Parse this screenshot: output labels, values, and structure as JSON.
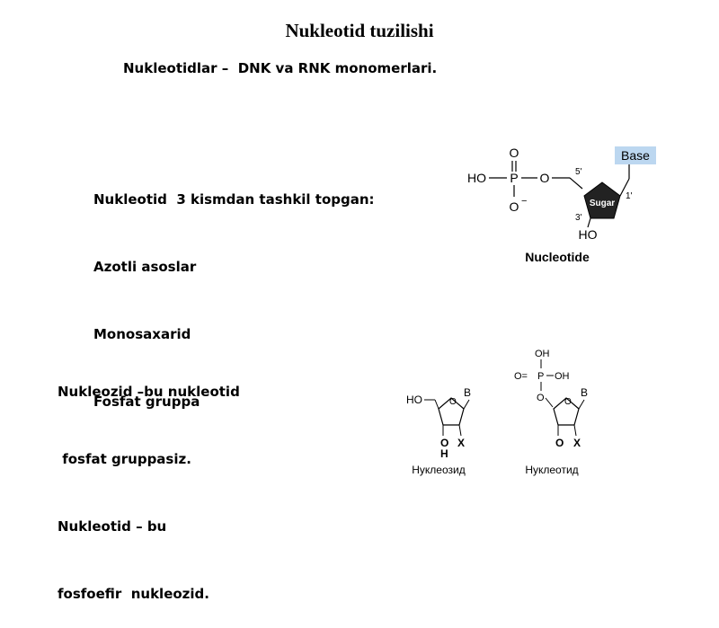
{
  "title": "Nukleotid tuzilishi",
  "subtitle": "Nukleotidlar –  DNK va RNK monomerlari.",
  "intro": {
    "lines": [
      "Nukleotid  3 kismdan tashkil topgan:",
      "Azotli asoslar",
      "Monosaxarid",
      "Fosfat gruppa"
    ]
  },
  "definition": {
    "lines": [
      "Nukleozid –bu nukleotid",
      " fosfat gruppasiz.",
      "Nukleotid – bu",
      "fosfoefir  nukleozid."
    ]
  },
  "nucleotide_diagram": {
    "o_top": "O",
    "ho": "HO",
    "p": "P",
    "o_link": "O",
    "o_minus": "O",
    "minus": "−",
    "c5": "5'",
    "c1": "1'",
    "c3": "3'",
    "ho3": "HO",
    "sugar": "Sugar",
    "base": "Base",
    "caption": "Nucleotide",
    "base_highlight": "#bcd7f0"
  },
  "small_diagrams": {
    "nucleoside": {
      "ho": "HO",
      "b": "B",
      "o_ring": "O",
      "o": "O",
      "h": "H",
      "x": "X",
      "caption": "Нуклеозид"
    },
    "nucleotide": {
      "oh_top": "OH",
      "o_eq": "O=",
      "p": "P",
      "oh_right": "OH",
      "o_link": "O",
      "b": "B",
      "o_ring": "O",
      "o": "O",
      "x": "X",
      "caption": "Нуклеотид"
    }
  }
}
